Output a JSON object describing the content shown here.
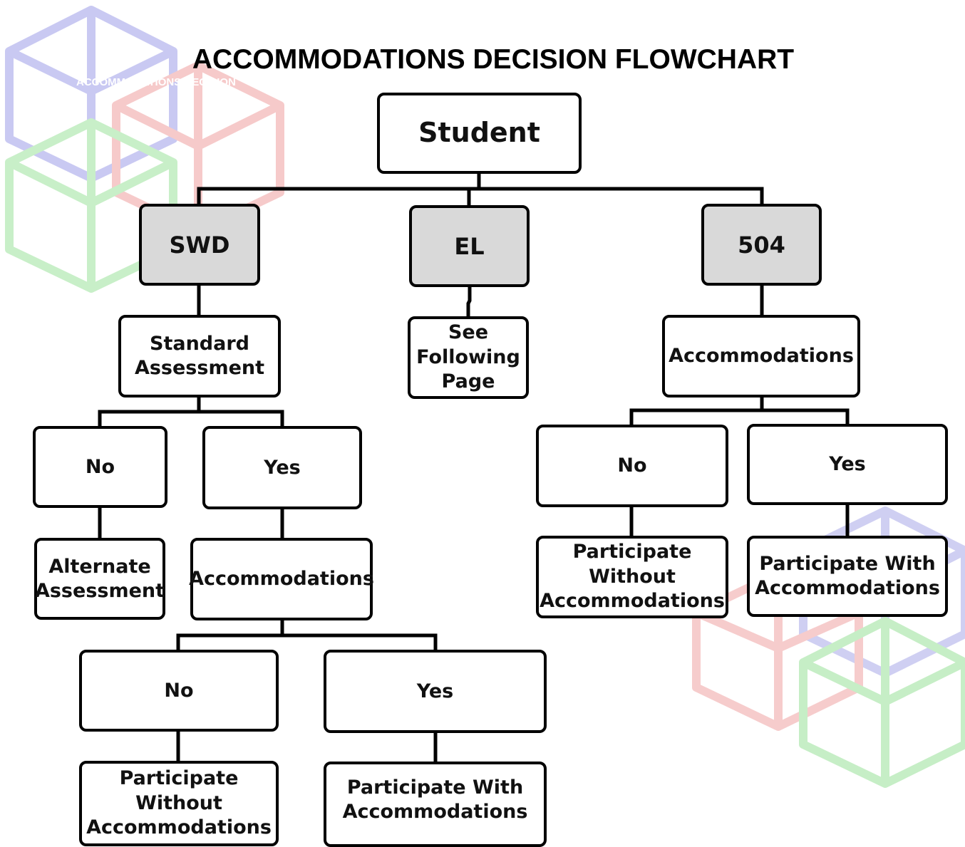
{
  "title": "ACCOMMODATIONS DECISION FLOWCHART",
  "watermark": "ACCOMMODATIONS DECISION",
  "nodes": {
    "student": "Student",
    "swd": "SWD",
    "el": "EL",
    "n504": "504",
    "standard_assessment": "Standard Assessment",
    "see_following_page": "See Following Page",
    "accommodations_504": "Accommodations",
    "swd_no": "No",
    "swd_yes": "Yes",
    "alternate_assessment": "Alternate Assessment",
    "swd_accommodations": "Accommodations",
    "swd_acc_no": "No",
    "swd_acc_yes": "Yes",
    "swd_without": "Participate Without Accommodations",
    "swd_with": "Participate With Accommodations",
    "n504_no": "No",
    "n504_yes": "Yes",
    "n504_without": "Participate Without Accommodations",
    "n504_with": "Participate With Accommodations"
  }
}
